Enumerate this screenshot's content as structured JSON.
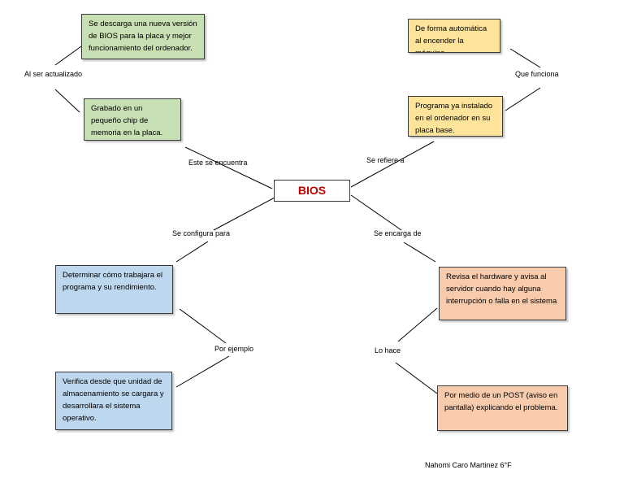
{
  "center": "BIOS",
  "boxes": {
    "top_left": "Se descarga una nueva versión de BIOS para la placa y mejor funcionamiento del ordenador.",
    "mid_left": "Grabado en un pequeño chip de memoria  en la placa.",
    "top_right": "De forma automática al encender la máquina.",
    "mid_right": "Programa ya instalado en el ordenador en su placa base.",
    "low_left": "Determinar cómo trabajara el programa y su rendimiento.",
    "bottom_left": "Verifica desde que unidad de almacenamiento se cargara y desarrollara el sistema operativo.",
    "low_right": "Revisa el hardware y avisa al servidor cuando hay alguna interrupción  o falla en el sistema",
    "bottom_right": "Por medio de un POST (aviso en pantalla) explicando el problema."
  },
  "labels": {
    "al_ser_actualizado": "Al ser actualizado",
    "que_funciona": "Que funciona",
    "este_se_encuentra": "Este se encuentra",
    "se_refiere_a": "Se refiere a",
    "se_configura_para": "Se configura para",
    "se_encarga_de": "Se encarga de",
    "por_ejemplo": "Por ejemplo",
    "lo_hace": "Lo hace"
  },
  "author": "Nahomi Caro Martinez 6°F",
  "colors": {
    "green": "#c6dfb3",
    "yellow": "#fee49a",
    "blue": "#bdd7ee",
    "orange": "#f8cbad",
    "title": "#c00000"
  }
}
